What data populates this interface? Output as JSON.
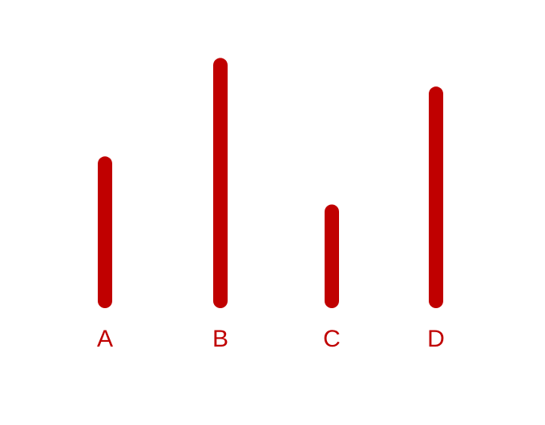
{
  "chart_data": {
    "type": "bar",
    "categories": [
      "A",
      "B",
      "C",
      "D"
    ],
    "values": [
      6.0,
      10.3,
      3.9,
      9.05
    ],
    "title": "",
    "xlabel": "",
    "ylabel": "",
    "ylim": [
      0,
      10.5
    ],
    "grid": false,
    "legend": "none",
    "colors": {
      "bar": "#c00000",
      "label": "#c00000"
    }
  }
}
